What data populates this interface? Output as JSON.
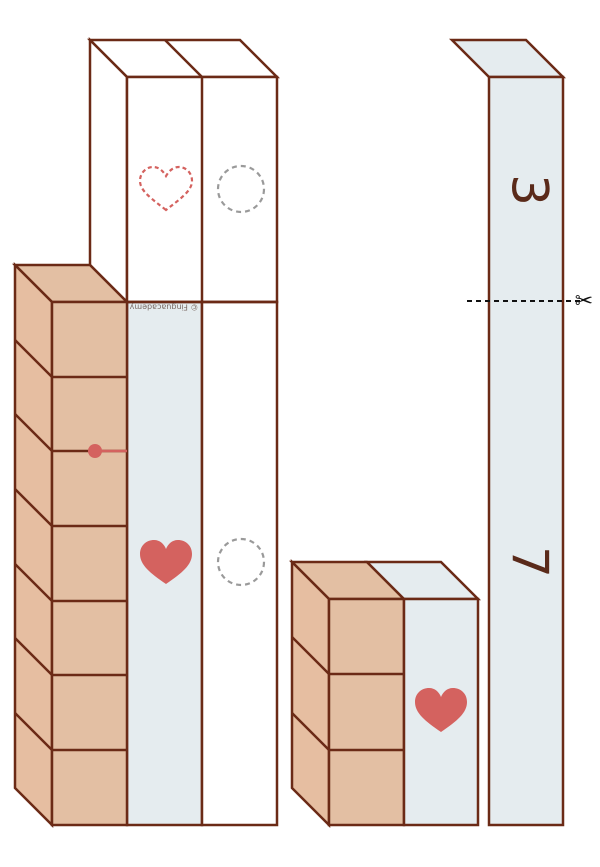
{
  "labels": {
    "top_value": "3",
    "bottom_value": "7",
    "credit": "© Finguacademy"
  },
  "icons": {
    "cut_line": "scissors-icon",
    "filled_token": "heart-icon",
    "outline_token": "dashed-heart-icon",
    "empty_slot": "dashed-circle-icon"
  },
  "colors": {
    "outline": "#6b2a16",
    "cube_fill": "#e3bfa3",
    "cube_side": "#e6bea1",
    "strip_fill": "#e5ecef",
    "heart": "#d4625f",
    "slot_dash": "#9a9a9a",
    "pointer": "#d4625f"
  }
}
